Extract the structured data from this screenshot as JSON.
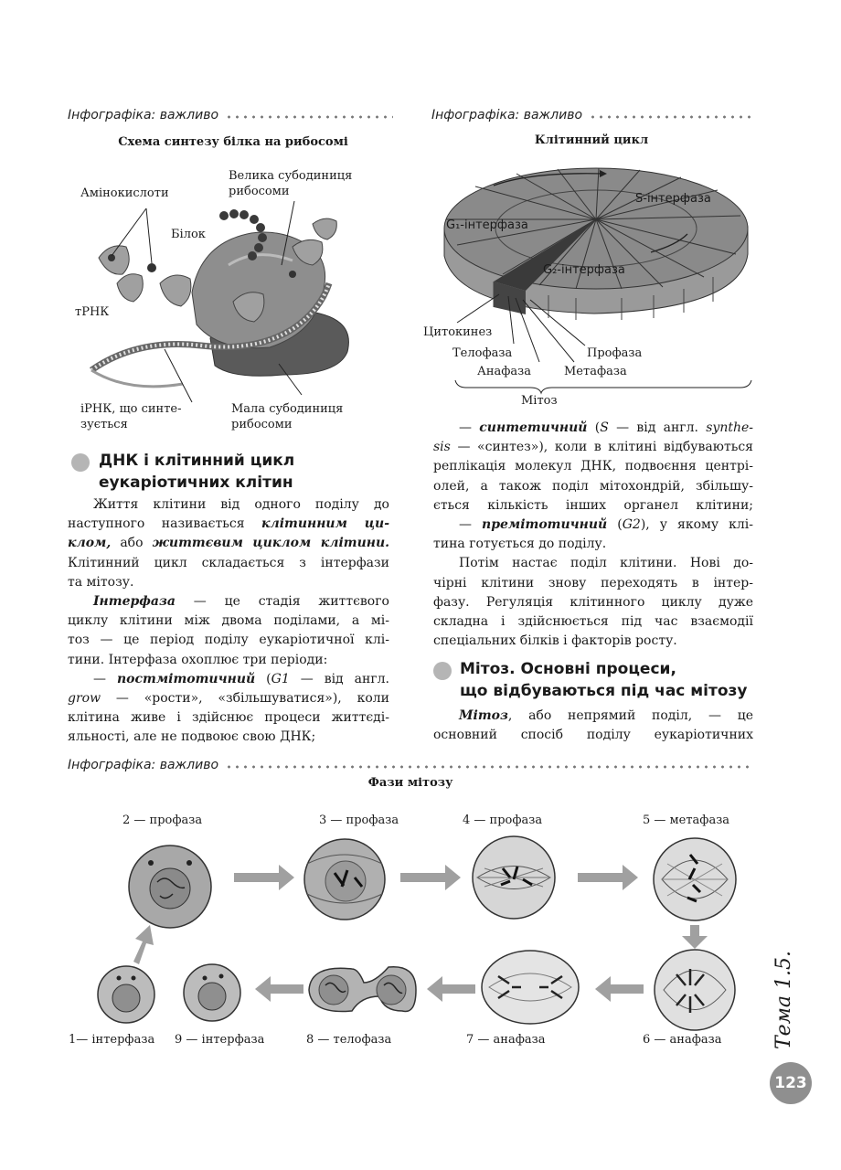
{
  "infographic_label": "Інфографіка: важливо",
  "ribosome_figure": {
    "title": "Схема синтезу білка на рибосомі",
    "labels": {
      "amino_acids": "Амінокислоти",
      "large_subunit_1": "Велика субодиниця",
      "large_subunit_2": "рибосоми",
      "protein": "Білок",
      "trna": "тРНК",
      "mrna_1": "іРНК, що синте-",
      "mrna_2": "зується",
      "small_subunit_1": "Мала субодиниця",
      "small_subunit_2": "рибосоми"
    }
  },
  "cell_cycle_figure": {
    "title": "Клітинний цикл",
    "labels": {
      "s": "S-інтерфаза",
      "g1": "G₁-інтерфаза",
      "g2": "G₂-інтерфаза",
      "cytokinesis": "Цитокинез",
      "telophase": "Телофаза",
      "anaphase": "Анафаза",
      "metaphase": "Метафаза",
      "prophase": "Профаза",
      "mitosis": "Мітоз"
    }
  },
  "section1": {
    "heading_line1": "ДНК і клітинний цикл",
    "heading_line2": "еукаріотичних клітин"
  },
  "left_text": [
    "Життя клітини від одного поділу до",
    "наступного називається",
    "клітинним ци-",
    "клом,",
    " або ",
    "життєвим циклом клітини.",
    "Клітинний цикл складається з інтерфази",
    "та мітозу.",
    "Інтерфаза",
    " — це стадія життєвого",
    "циклу клітини між двома поділами, а мі-",
    "тоз — це період поділу еукаріотичної клі-",
    "тини. Інтерфаза охоплює три періоди:",
    "— ",
    "постмітотичний",
    " (",
    "G1",
    " — від англ.",
    "grow",
    " — «рости», «збільшуватися»), коли",
    "клітина живе і здійснює процеси життєді-",
    "яльності, але не подвоює свою ДНК;"
  ],
  "right_text": [
    "— ",
    "синтетичний",
    " (",
    "S",
    " — від англ. ",
    "synthe-",
    "sis",
    " — «синтез»), коли в клітині відбуваються",
    "реплікація молекул ДНК, подвоєння центрі-",
    "олей, а також поділ мітохондрій, збільшу-",
    "ється кількість інших органел клітини;",
    "премітотичний",
    "G2",
    "), у якому клі-",
    "тина готується до поділу.",
    "Потім настає поділ клітини. Нові до-",
    "чірні клітини знову переходять в інтер-",
    "фазу. Регуляція клітинного циклу дуже",
    "складна і здійснюється під час взаємодії",
    "спеціальних білків і факторів росту."
  ],
  "section2": {
    "heading_line1": "Мітоз. Основні процеси,",
    "heading_line2": "що відбуваються під час мітозу",
    "text1_bi": "Мітоз",
    "text1_rest": ", або непрямий поділ, — це",
    "text2": "основний спосіб поділу еукаріотичних"
  },
  "mitosis_figure": {
    "title": "Фази мітозу",
    "captions": [
      "2 — профаза",
      "3 — профаза",
      "4 — профаза",
      "5 — метафаза",
      "1— інтерфаза",
      "9 — інтерфаза",
      "8 — телофаза",
      "7 — анафаза",
      "6 — анафаза"
    ]
  },
  "side_label": "Тема 1.5.",
  "page_number": "123"
}
